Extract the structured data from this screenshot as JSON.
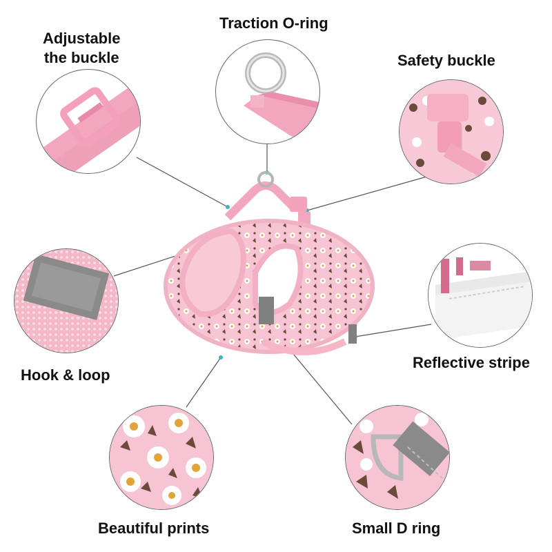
{
  "features": {
    "adjustable_buckle": "Adjustable\nthe buckle",
    "traction_ring": "Traction O-ring",
    "safety_buckle": "Safety buckle",
    "hook_loop": "Hook & loop",
    "reflective_stripe": "Reflective stripe",
    "beautiful_prints": "Beautiful prints",
    "small_d_ring": "Small D ring"
  },
  "colors": {
    "pink": "#f2a7bf",
    "pink_dark": "#e487a6",
    "pink_light": "#f9d3de",
    "grey": "#7d7d7d",
    "flower_brown": "#6b4a3a",
    "flower_orange": "#e3a33a"
  }
}
